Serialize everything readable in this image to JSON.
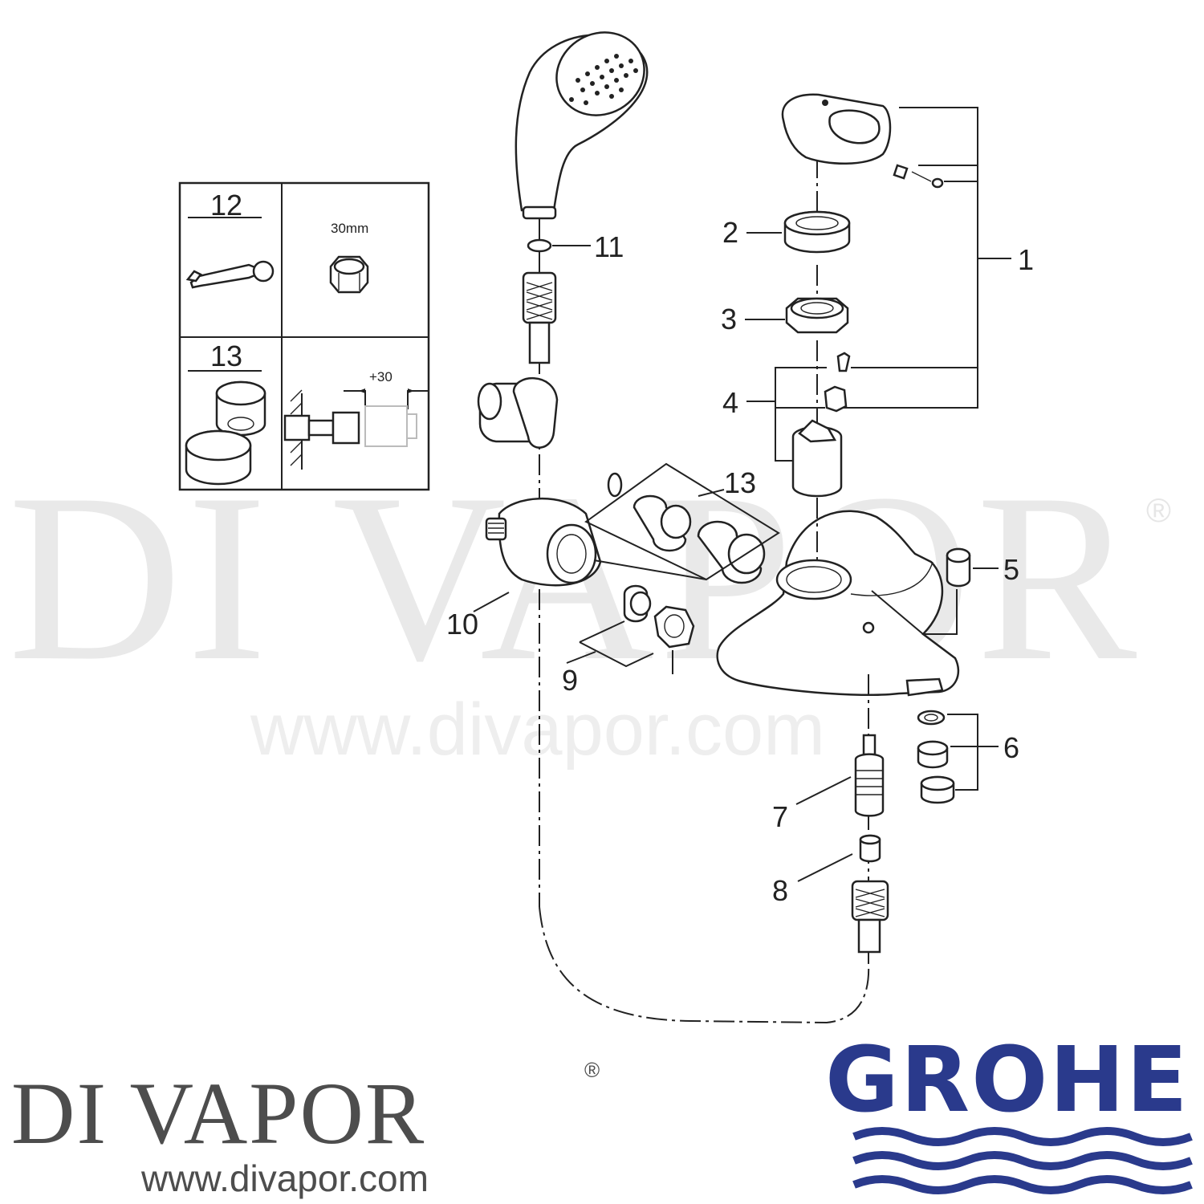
{
  "watermark": {
    "name": "DI VAPOR",
    "reg_mark": "®",
    "url": "www.divapor.com"
  },
  "inset": {
    "tool_number": "12",
    "nut_size": "30mm",
    "extension_number": "13",
    "extension_length": "+30"
  },
  "callouts": {
    "c1": "1",
    "c2": "2",
    "c3": "3",
    "c4": "4",
    "c5": "5",
    "c6": "6",
    "c7": "7",
    "c8": "8",
    "c9": "9",
    "c10": "10",
    "c11": "11",
    "c13": "13"
  },
  "footer": {
    "brand_name": "DI VAPOR",
    "brand_reg": "®",
    "brand_url": "www.divapor.com",
    "manufacturer_logo": "GROHE"
  },
  "colors": {
    "grohe_blue": "#2a3a8c",
    "brand_grey": "#4d4d4d",
    "watermark_grey": "#e9e9e9"
  }
}
